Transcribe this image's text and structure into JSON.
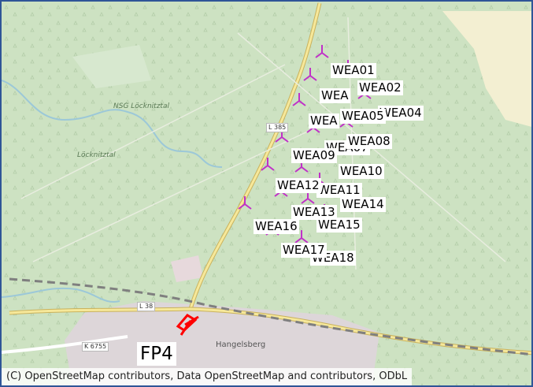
{
  "map": {
    "colors": {
      "forest": "#cde2c2",
      "heath": "#f3efd2",
      "town": "#ddd6d9",
      "main_road": "#f6e89a",
      "railway": "#7f7f7f",
      "turbine": "#c030c8",
      "site": "#ff0000",
      "frame": "#2f5597"
    },
    "turbine_icon": "wind-turbine-icon",
    "turbines": [
      {
        "id": "t01",
        "label": "WEA01"
      },
      {
        "id": "t02",
        "label": "WEA02"
      },
      {
        "id": "t03",
        "label": "WEA"
      },
      {
        "id": "t04",
        "label": "WEA04"
      },
      {
        "id": "t05",
        "label": "WEA05"
      },
      {
        "id": "t06",
        "label": "WEA"
      },
      {
        "id": "t07",
        "label": "WEA07"
      },
      {
        "id": "t08",
        "label": "WEA08"
      },
      {
        "id": "t09",
        "label": "WEA09"
      },
      {
        "id": "t10",
        "label": "WEA10"
      },
      {
        "id": "t11",
        "label": "WEA11"
      },
      {
        "id": "t12",
        "label": "WEA12"
      },
      {
        "id": "t13",
        "label": "WEA13"
      },
      {
        "id": "t14",
        "label": "WEA14"
      },
      {
        "id": "t15",
        "label": "WEA15"
      },
      {
        "id": "t16",
        "label": "WEA16"
      },
      {
        "id": "t17",
        "label": "WEA17"
      },
      {
        "id": "t18",
        "label": "WEA18"
      }
    ],
    "site_label": "FP4",
    "road_labels": {
      "l385": "L 385",
      "l38": "L 38",
      "k6755": "K 6755"
    },
    "place_labels": {
      "town": "Hangelsberg",
      "nsg": "NSG Löcknitztal",
      "area": "Löcknitztal"
    },
    "attribution": "(C) OpenStreetMap contributors, Data OpenStreetMap and contributors, ODbL"
  }
}
